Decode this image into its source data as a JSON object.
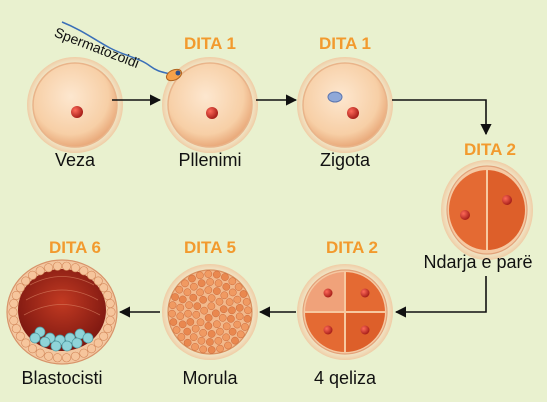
{
  "sperm_label": "Spermatozoidi",
  "stages": [
    {
      "id": "veza",
      "label": "Veza",
      "day": ""
    },
    {
      "id": "pllenimi",
      "label": "Pllenimi",
      "day": "DITA 1"
    },
    {
      "id": "zigota",
      "label": "Zigota",
      "day": "DITA 1"
    },
    {
      "id": "ndarja",
      "label": "Ndarja e parë",
      "day": "DITA 2"
    },
    {
      "id": "katerqeliza",
      "label": "4 qeliza",
      "day": "DITA 2"
    },
    {
      "id": "morula",
      "label": "Morula",
      "day": "DITA 5"
    },
    {
      "id": "blastocisti",
      "label": "Blastocisti",
      "day": "DITA 6"
    }
  ],
  "colors": {
    "background": "#e9f1cf",
    "day_label": "#f29a2e",
    "cell_fill": "#f9d4b0",
    "nucleus": "#c8302a",
    "arrow": "#111111"
  }
}
